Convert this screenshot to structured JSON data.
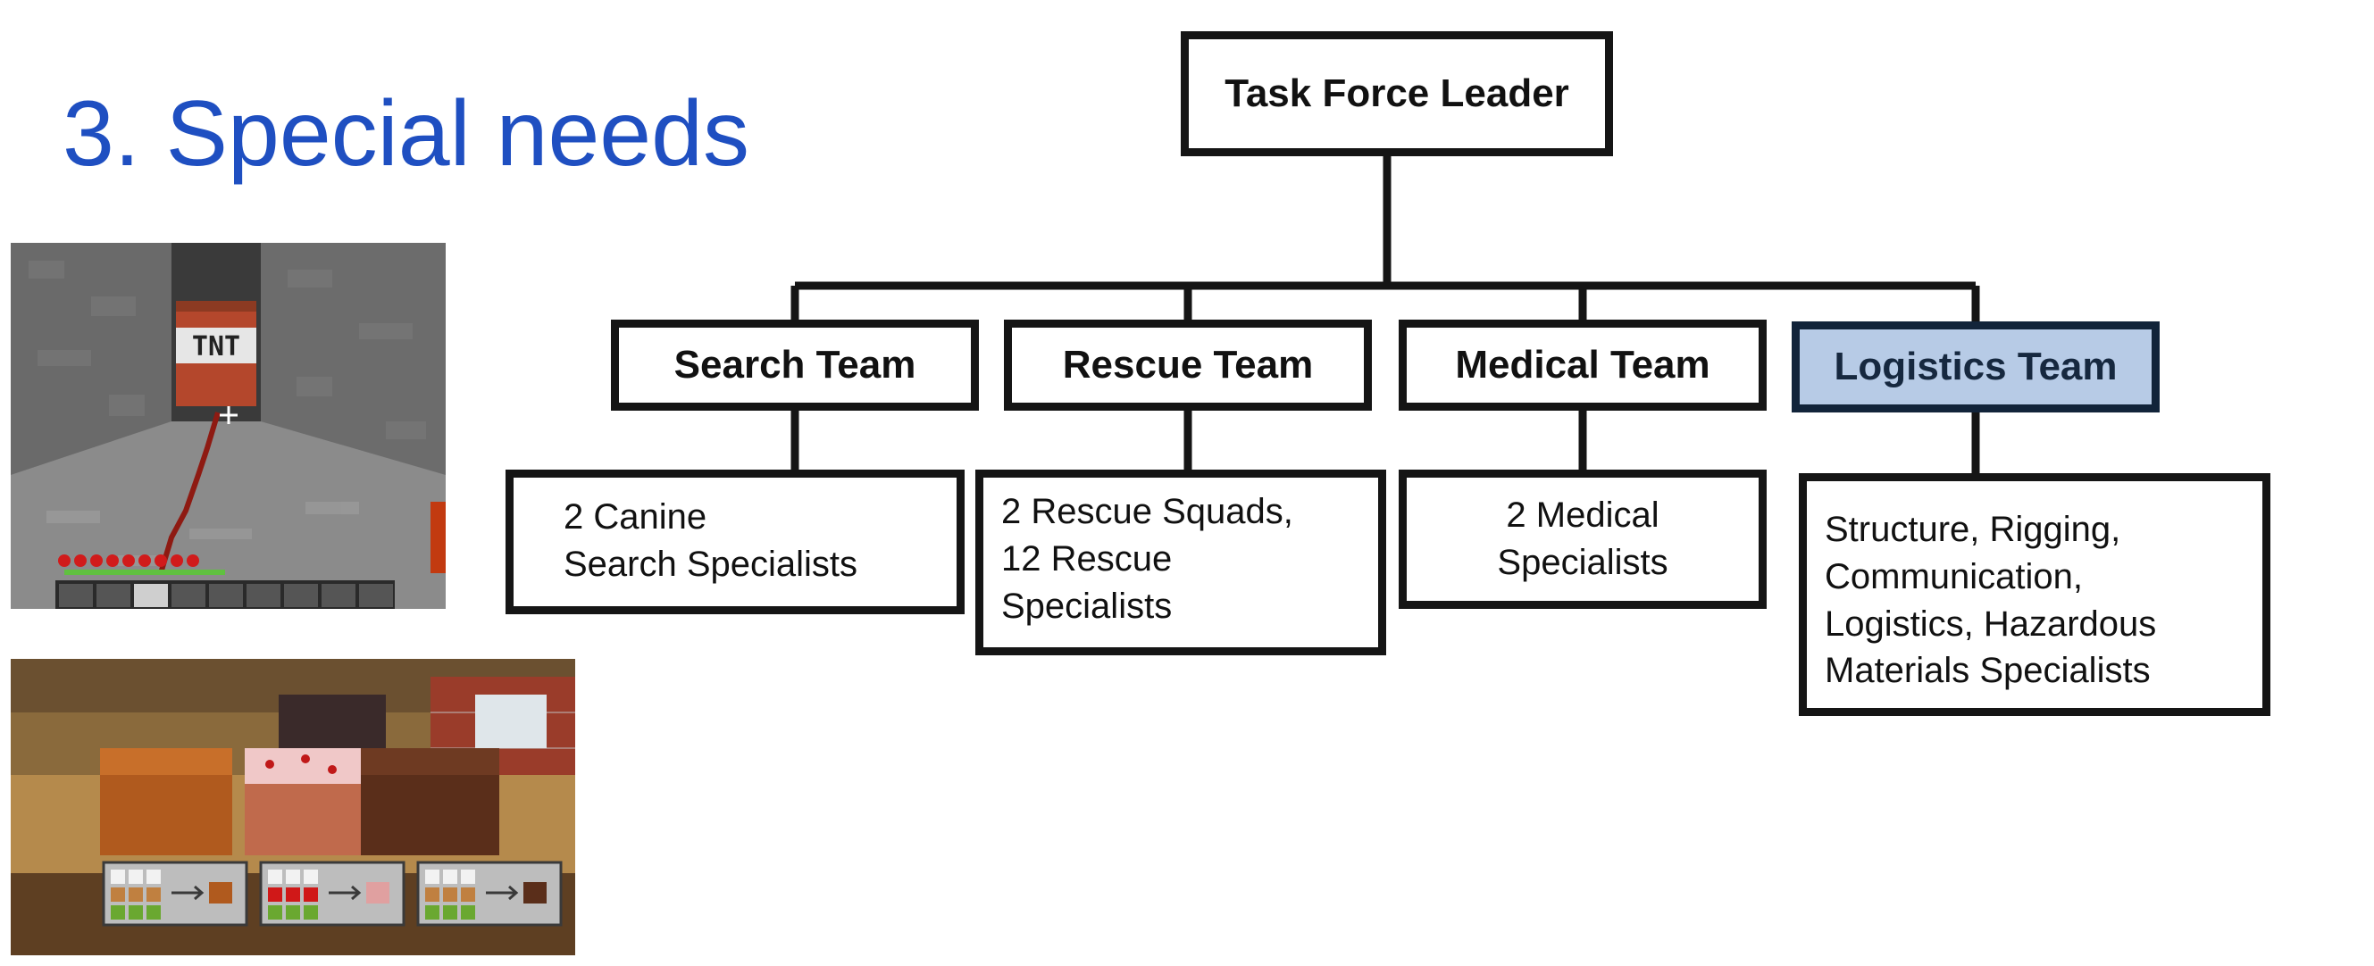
{
  "slide": {
    "title": "3. Special needs"
  },
  "org_chart": {
    "leader": "Task Force Leader",
    "teams": [
      {
        "name": "Search Team",
        "detail": "2 Canine\nSearch Specialists"
      },
      {
        "name": "Rescue Team",
        "detail": "2 Rescue Squads,\n12 Rescue\nSpecialists"
      },
      {
        "name": "Medical Team",
        "detail": "2 Medical\nSpecialists"
      },
      {
        "name": "Logistics Team",
        "detail": "Structure, Rigging,\nCommunication,\nLogistics, Hazardous\nMaterials Specialists",
        "highlighted": true
      }
    ]
  },
  "screenshot_1": {
    "block_label": "TNT"
  },
  "colors": {
    "title": "#1f4fc1",
    "highlight": "#b7cbe6",
    "line": "#151515"
  }
}
